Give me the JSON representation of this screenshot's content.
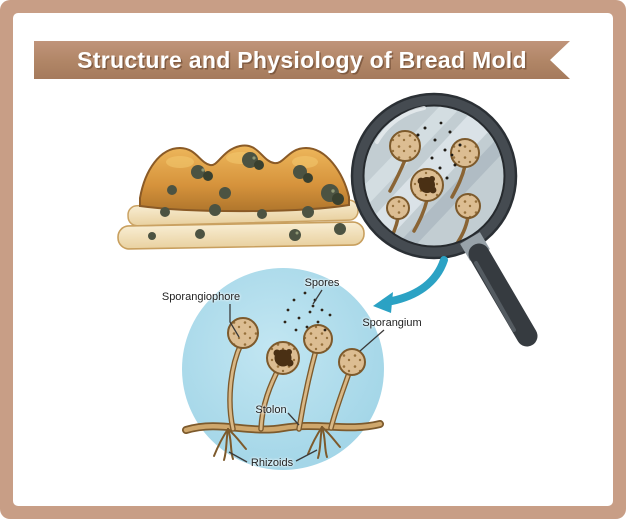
{
  "title": "Structure and Physiology of Bread Mold",
  "labels": {
    "sporangiophore": "Sporangiophore",
    "spores": "Spores",
    "sporangium": "Sporangium",
    "stolon": "Stolon",
    "rhizoids": "Rhizoids"
  },
  "colors": {
    "frame": "#c89e86",
    "ribbon": "#b08566",
    "title_text": "#ffffff",
    "lens_ring": "#454b51",
    "lens_glass": "#c2cdd2",
    "zoom_arrow": "#2ba2c4",
    "diagram_circle": "#a6d8ea",
    "sporangium_body": "#dcbd92",
    "hypha_outline": "#7d5a2c",
    "bread_crust": "#d79a3e",
    "mold_spot": "#4c5342",
    "label_text": "#222222"
  }
}
